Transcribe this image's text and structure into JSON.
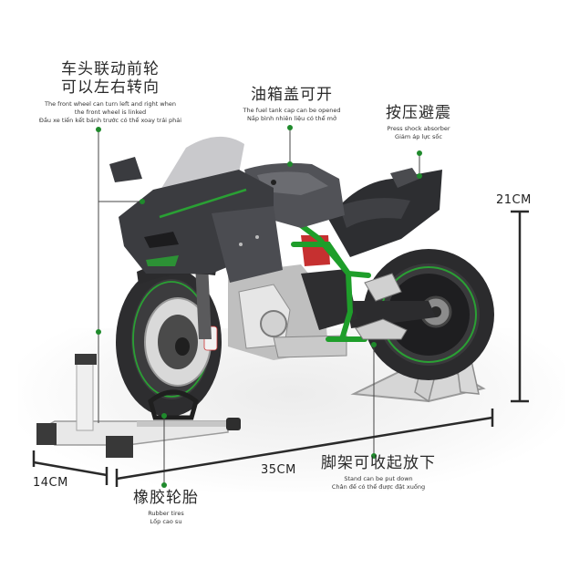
{
  "product": {
    "description": "Die-cast motorcycle model with front wheel stand and rear paddock stand",
    "accent_color": "#1f8a2c",
    "body_color": "#2e2f33",
    "frame_color": "#1e9e2a"
  },
  "callouts": [
    {
      "id": "front-wheel-steering",
      "cn": "车头联动前轮可以左右转向",
      "cn_line1": "车头联动前轮",
      "cn_line2": "可以左右转向",
      "en": "The front wheel can turn left and right when the front wheel is linked",
      "en_line1": "The front wheel can turn left and right when",
      "en_line2": "the front wheel is linked",
      "vi": "Đầu xe tiến kết bánh trước có thể xoay trái phải"
    },
    {
      "id": "fuel-tank-cap",
      "cn": "油箱盖可开",
      "en": "The fuel tank cap can be opened",
      "vi": "Nắp bình nhiên liệu có thể mở"
    },
    {
      "id": "shock-absorber",
      "cn": "按压避震",
      "en": "Press shock absorber",
      "vi": "Giảm áp lực sốc"
    },
    {
      "id": "stand",
      "cn": "脚架可收起放下",
      "en": "Stand can be put down",
      "vi": "Chân đế có thể được đặt xuống"
    },
    {
      "id": "rubber-tires",
      "cn": "橡胶轮胎",
      "en": "Rubber tires",
      "vi": "Lốp cao su"
    }
  ],
  "dimensions": {
    "height": "21CM",
    "length": "35CM",
    "width": "14CM"
  }
}
